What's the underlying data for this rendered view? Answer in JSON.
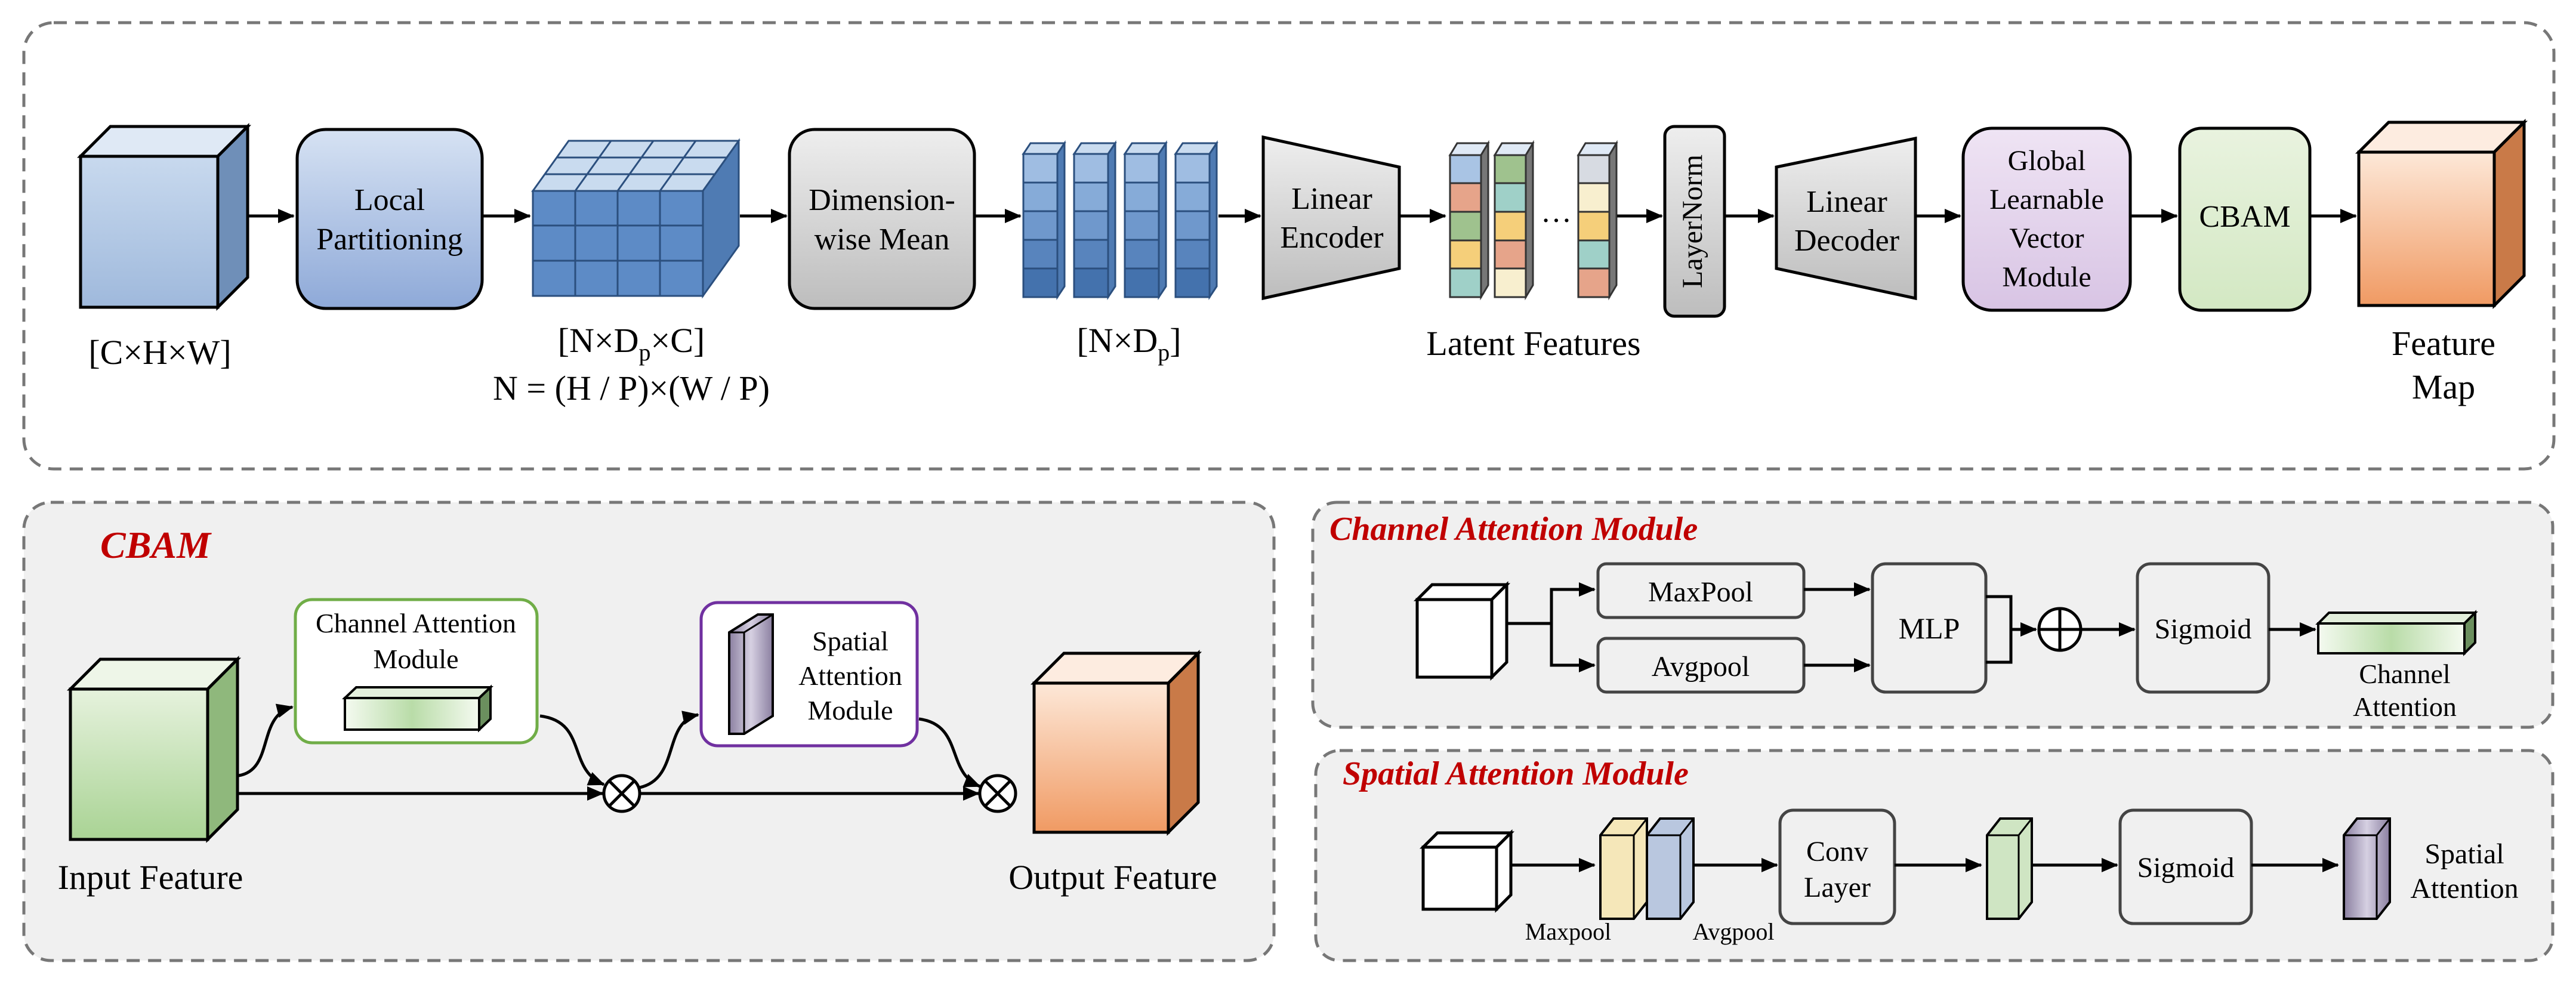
{
  "top": {
    "input_label": "[C×H×W]",
    "local_partitioning": [
      "Local",
      "Partitioning"
    ],
    "patch_label_main": "[N×D",
    "patch_label_sub": "p",
    "patch_label_tail": "×C]",
    "patch_formula": "N = (H / P)×(W / P)",
    "dimension_mean": [
      "Dimension-",
      "wise Mean"
    ],
    "token_label_main": "[N×D",
    "token_label_sub": "p",
    "token_label_tail": "]",
    "linear_encoder": [
      "Linear",
      "Encoder"
    ],
    "latent_label": "Latent Features",
    "ellipsis": "…",
    "layernorm": "LayerNorm",
    "linear_decoder": [
      "Linear",
      "Decoder"
    ],
    "global_vector": [
      "Global",
      "Learnable",
      "Vector",
      "Module"
    ],
    "cbam": "CBAM",
    "output_label": [
      "Feature",
      "Map"
    ]
  },
  "cbam_panel": {
    "title": "CBAM",
    "channel_box": [
      "Channel Attention",
      "Module"
    ],
    "spatial_box": [
      "Spatial",
      "Attention",
      "Module"
    ],
    "input_label": "Input Feature",
    "output_label": "Output Feature"
  },
  "channel_panel": {
    "title": "Channel Attention Module",
    "maxpool": "MaxPool",
    "avgpool": "Avgpool",
    "mlp": "MLP",
    "sigmoid": "Sigmoid",
    "output_label": [
      "Channel",
      "Attention"
    ]
  },
  "spatial_panel": {
    "title": "Spatial Attention Module",
    "maxpool": "Maxpool",
    "avgpool": "Avgpool",
    "conv": [
      "Conv",
      "Layer"
    ],
    "sigmoid": "Sigmoid",
    "output_label": [
      "Spatial",
      "Attention"
    ]
  },
  "colors": {
    "panel_bg": "#f0f0f0",
    "title_red": "#c00000",
    "blue_cube": "#a9c4e4",
    "green_cube": "#b9dca8",
    "orange_cube": "#f0a070",
    "purple_box": "#e3d3ec"
  }
}
